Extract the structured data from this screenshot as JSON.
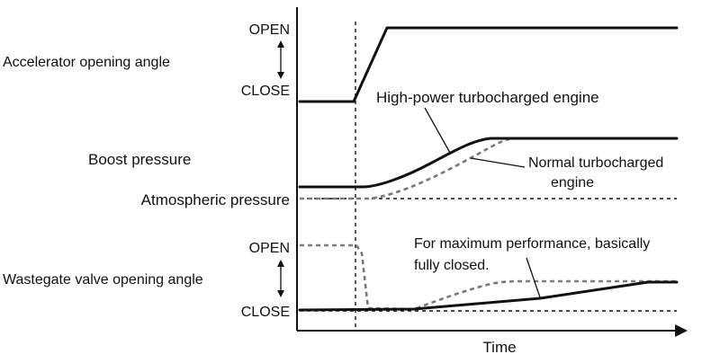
{
  "accelerator": {
    "label": "Accelerator opening angle",
    "open": "OPEN",
    "close": "CLOSE"
  },
  "boost": {
    "label": "Boost pressure",
    "atmospheric": "Atmospheric pressure",
    "high_power_label": "High-power turbocharged engine",
    "normal_label_line1": "Normal turbocharged",
    "normal_label_line2": "engine"
  },
  "wastegate": {
    "label": "Wastegate valve opening angle",
    "open": "OPEN",
    "close": "CLOSE",
    "note_line1": "For maximum performance, basically",
    "note_line2": "fully closed."
  },
  "axis": {
    "time_label": "Time"
  },
  "colors": {
    "solid_line": "#111111",
    "dashed_line": "#7a7a7a"
  }
}
